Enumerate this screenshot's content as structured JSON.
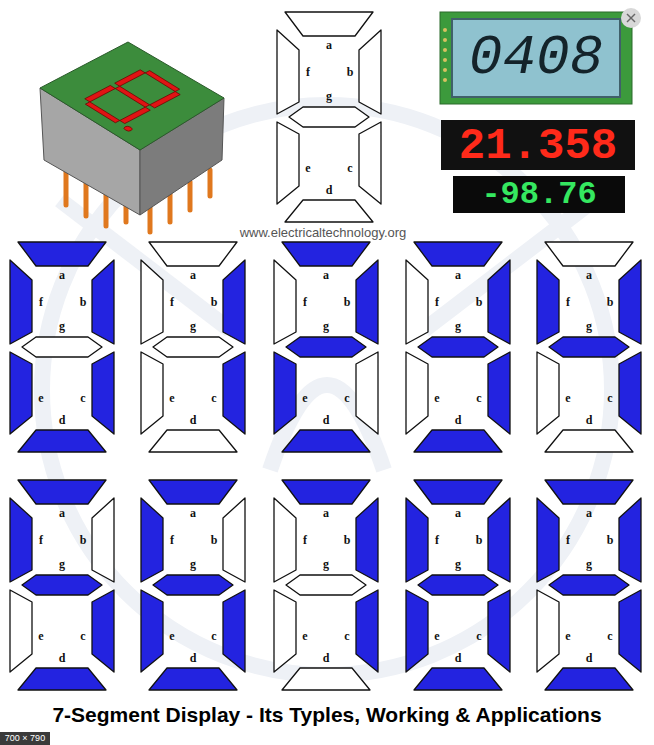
{
  "diagram": {
    "title": "7-Segment Display - Its Typles, Working & Applications",
    "labels": [
      "a",
      "f",
      "b",
      "g",
      "e",
      "c",
      "d",
      "0408",
      "21.358",
      "-98.76",
      "www.electricaltechnology.org",
      "a",
      "f",
      "b",
      "g",
      "e",
      "c",
      "d",
      "a",
      "f",
      "b",
      "g",
      "e",
      "c",
      "d",
      "a",
      "f",
      "b",
      "g",
      "e",
      "c",
      "d",
      "a",
      "f",
      "b",
      "g",
      "e",
      "c",
      "d",
      "a",
      "f",
      "b",
      "g",
      "e",
      "c",
      "d",
      "a",
      "f",
      "b",
      "g",
      "e",
      "c",
      "d",
      "a",
      "f",
      "b",
      "g",
      "e",
      "c",
      "d",
      "a",
      "f",
      "b",
      "g",
      "e",
      "c",
      "d",
      "a",
      "f",
      "b",
      "g",
      "e",
      "c",
      "d",
      "a",
      "f",
      "b",
      "g",
      "e",
      "c",
      "d",
      "700 × 790"
    ]
  }
}
